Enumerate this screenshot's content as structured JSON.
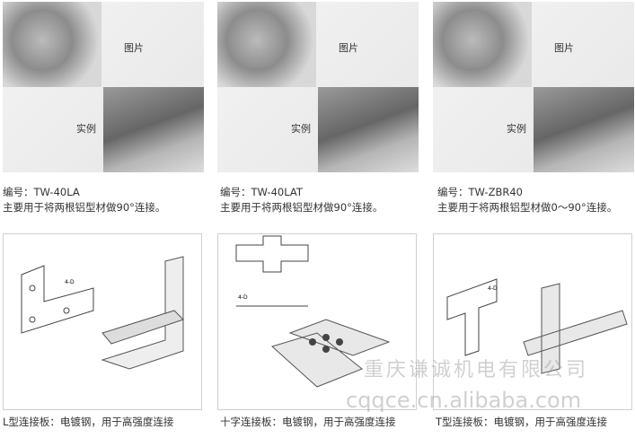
{
  "products": [
    {
      "photo_label": "图片",
      "example_label": "实例",
      "code": "编号：TW-40LA",
      "desc": "主要用于将两根铝型材做90°连接。"
    },
    {
      "photo_label": "图片",
      "example_label": "实例",
      "code": "编号：TW-40LAT",
      "desc": "主要用于将两根铝型材做90°连接。"
    },
    {
      "photo_label": "图片",
      "example_label": "实例",
      "code": "编号：TW-ZBR40",
      "desc": "主要用于将两根铝型材做0～90°连接。"
    }
  ],
  "plates": [
    {
      "caption": "L型连接板：电镀钢，用于高强度连接",
      "dim": "4-D"
    },
    {
      "caption": "十字连接板：电镀钢，用于高强度连接",
      "dim": "4-D"
    },
    {
      "caption": "T型连接板：电镀钢，用于高强度连接",
      "dim": "4-D"
    }
  ],
  "watermark": {
    "company": "重庆谦诚机电有限公司",
    "site": "cqqce.cn.alibaba.com"
  }
}
